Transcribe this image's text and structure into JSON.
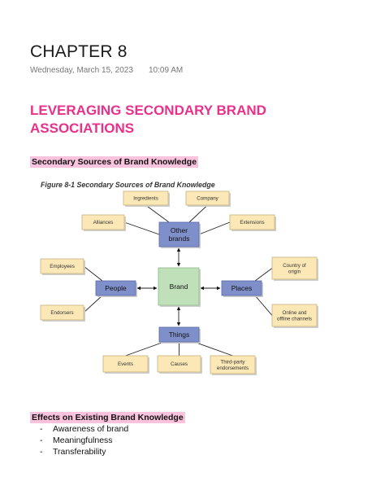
{
  "header": {
    "chapter": "CHAPTER 8",
    "date": "Wednesday, March 15, 2023",
    "time": "10:09 AM"
  },
  "title": "LEVERAGING SECONDARY BRAND ASSOCIATIONS",
  "section1": {
    "heading": "Secondary Sources of Brand Knowledge"
  },
  "figure": {
    "caption": "Figure 8-1 Secondary Sources of Brand Knowledge",
    "center": "Brand",
    "hubs": {
      "other_brands": [
        "Other",
        "brands"
      ],
      "people": [
        "People"
      ],
      "places": [
        "Places"
      ],
      "things": [
        "Things"
      ]
    },
    "leaves": {
      "ingredients": [
        "Ingredients"
      ],
      "company": [
        "Company"
      ],
      "alliances": [
        "Alliances"
      ],
      "extensions": [
        "Extensions"
      ],
      "employees": [
        "Employees"
      ],
      "endorsers": [
        "Endorsers"
      ],
      "country_of_origin": [
        "Country of",
        "origin"
      ],
      "channels": [
        "Online and",
        "offline channels"
      ],
      "events": [
        "Events"
      ],
      "causes": [
        "Causes"
      ],
      "third_party": [
        "Third-party",
        "endorsements"
      ]
    },
    "colors": {
      "hub_fill": "#7f8fc9",
      "hub_stroke": "#5a68a8",
      "brand_fill": "#bfe0b8",
      "brand_stroke": "#8db884",
      "leaf_fill": "#fbe8b6",
      "leaf_stroke": "#c8b27a"
    }
  },
  "section2": {
    "heading": "Effects on Existing Brand Knowledge",
    "items": [
      "Awareness of brand",
      "Meaningfulness",
      "Transferability"
    ]
  }
}
